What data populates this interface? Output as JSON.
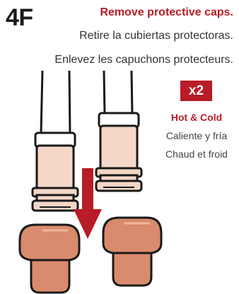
{
  "step": {
    "number": "4F"
  },
  "instruction": {
    "english": "Remove protective caps.",
    "spanish": "Retire la cubiertas protectoras.",
    "french": "Enlevez les capuchons protecteurs."
  },
  "quantity_badge": {
    "label": "x2",
    "color": "#b81c26"
  },
  "note": {
    "english": "Hot & Cold",
    "spanish": "Caliente y fría",
    "french": "Chaud et froid"
  },
  "illustration": {
    "icons": [
      "supply-line-hose-icon",
      "protective-cap-icon",
      "down-arrow-icon"
    ],
    "colors": {
      "accent": "#b81c26",
      "cap": "#d98b6e",
      "fitting": "#f4d7c6",
      "line": "#1a1a1a"
    }
  }
}
